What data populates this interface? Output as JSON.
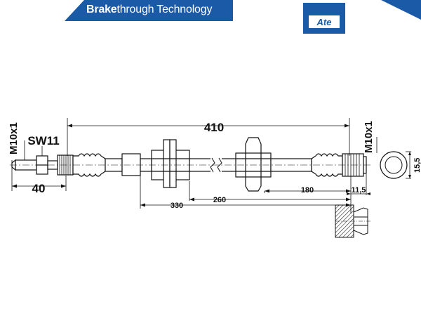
{
  "header": {
    "brand_bold": "Brake",
    "brand_rest": "through Technology",
    "logo_text": "Ate",
    "accent_color": "#1a5aa6"
  },
  "labels": {
    "thread_left": "M10x1",
    "wrench": "SW11",
    "len_40": "40",
    "len_410": "410",
    "thread_right": "M10x1",
    "len_180": "180",
    "len_260": "260",
    "len_330": "330",
    "len_11_5": "11,5",
    "dia_15_5": "15,5"
  }
}
